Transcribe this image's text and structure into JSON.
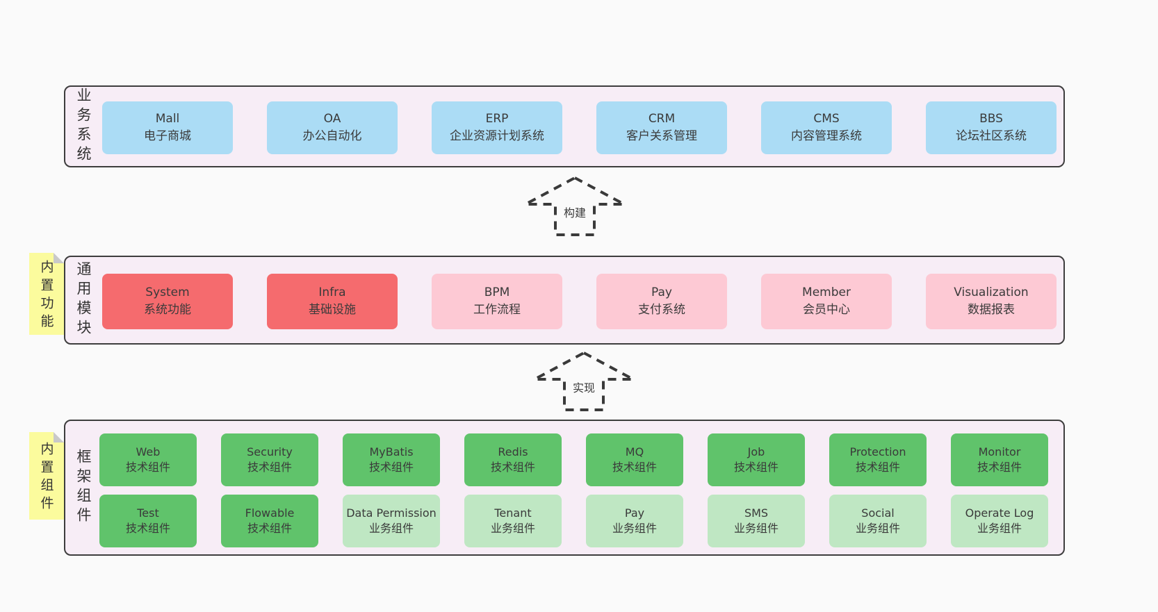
{
  "colors": {
    "page_bg": "#fafafa",
    "layer_bg": "#f7edf6",
    "layer_border": "#3d3d3d",
    "blue_box": "#abdcf5",
    "red_box": "#f56b6e",
    "pink_box": "#fdc9d4",
    "green_box": "#60c36b",
    "green_light_box": "#bfe7c3",
    "sticky_bg": "#fbfb9d",
    "sticky_fold": "#c9c9c9",
    "text": "#3a3a3a"
  },
  "arrows": [
    {
      "label": "构建"
    },
    {
      "label": "实现"
    }
  ],
  "stickies": [
    {
      "text": "内置功能"
    },
    {
      "text": "内置组件"
    }
  ],
  "layers": {
    "business": {
      "label": "业务系统",
      "boxes": [
        {
          "en": "Mall",
          "cn": "电子商城",
          "type": "blue"
        },
        {
          "en": "OA",
          "cn": "办公自动化",
          "type": "blue"
        },
        {
          "en": "ERP",
          "cn": "企业资源计划系统",
          "type": "blue"
        },
        {
          "en": "CRM",
          "cn": "客户关系管理",
          "type": "blue"
        },
        {
          "en": "CMS",
          "cn": "内容管理系统",
          "type": "blue"
        },
        {
          "en": "BBS",
          "cn": "论坛社区系统",
          "type": "blue"
        }
      ]
    },
    "modules": {
      "label": "通用模块",
      "boxes": [
        {
          "en": "System",
          "cn": "系统功能",
          "type": "red"
        },
        {
          "en": "Infra",
          "cn": "基础设施",
          "type": "red"
        },
        {
          "en": "BPM",
          "cn": "工作流程",
          "type": "pink"
        },
        {
          "en": "Pay",
          "cn": "支付系统",
          "type": "pink"
        },
        {
          "en": "Member",
          "cn": "会员中心",
          "type": "pink"
        },
        {
          "en": "Visualization",
          "cn": "数据报表",
          "type": "pink"
        }
      ]
    },
    "components": {
      "label": "框架组件",
      "row1": [
        {
          "en": "Web",
          "cn": "技术组件",
          "type": "green"
        },
        {
          "en": "Security",
          "cn": "技术组件",
          "type": "green"
        },
        {
          "en": "MyBatis",
          "cn": "技术组件",
          "type": "green"
        },
        {
          "en": "Redis",
          "cn": "技术组件",
          "type": "green"
        },
        {
          "en": "MQ",
          "cn": "技术组件",
          "type": "green"
        },
        {
          "en": "Job",
          "cn": "技术组件",
          "type": "green"
        },
        {
          "en": "Protection",
          "cn": "技术组件",
          "type": "green"
        },
        {
          "en": "Monitor",
          "cn": "技术组件",
          "type": "green"
        }
      ],
      "row2": [
        {
          "en": "Test",
          "cn": "技术组件",
          "type": "green"
        },
        {
          "en": "Flowable",
          "cn": "技术组件",
          "type": "green"
        },
        {
          "en": "Data Permission",
          "cn": "业务组件",
          "type": "green-light"
        },
        {
          "en": "Tenant",
          "cn": "业务组件",
          "type": "green-light"
        },
        {
          "en": "Pay",
          "cn": "业务组件",
          "type": "green-light"
        },
        {
          "en": "SMS",
          "cn": "业务组件",
          "type": "green-light"
        },
        {
          "en": "Social",
          "cn": "业务组件",
          "type": "green-light"
        },
        {
          "en": "Operate Log",
          "cn": "业务组件",
          "type": "green-light"
        }
      ]
    }
  }
}
